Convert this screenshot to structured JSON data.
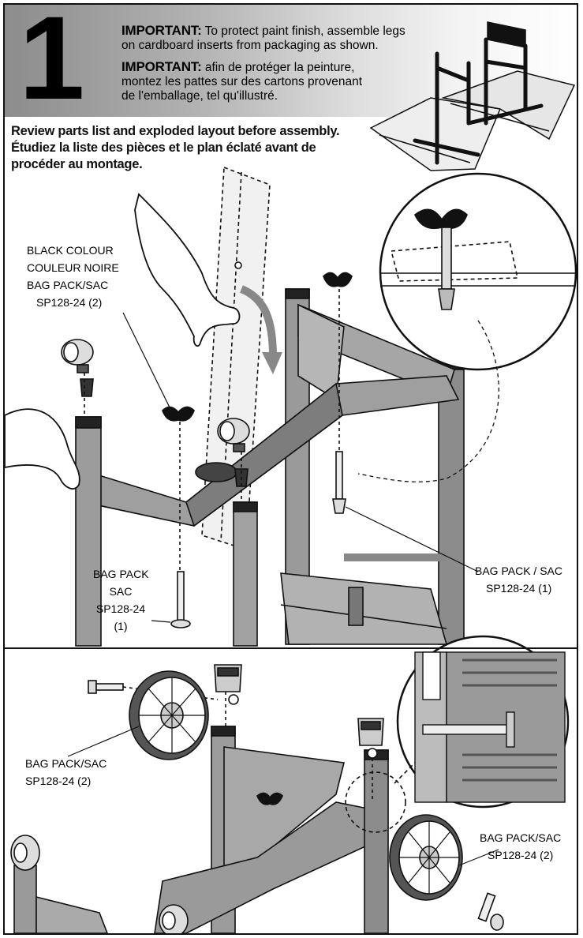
{
  "step": {
    "number": "1"
  },
  "header": {
    "important_en_label": "IMPORTANT:",
    "important_en_line1": "To protect paint finish, assemble legs",
    "important_en_line2": "on cardboard inserts from packaging as shown.",
    "important_fr_label": "IMPORTANT:",
    "important_fr_line1": "afin de protéger la peinture,",
    "important_fr_line2": "montez les pattes sur des cartons provenant",
    "important_fr_line3": "de l'emballage, tel qu'illustré."
  },
  "instructions": {
    "line1": "Review parts list and exploded layout before assembly.",
    "line2": "Étudiez la liste des pièces et le plan éclaté avant de",
    "line3": "procéder au montage."
  },
  "top_labels": {
    "black_colour": "BLACK COLOUR",
    "couleur_noire": "COULEUR NOIRE",
    "bag_pack_sac": "BAG PACK/SAC",
    "part_wingnut": "SP128-24 (2)",
    "bottom_bag": "BAG PACK",
    "bottom_sac": "SAC",
    "bottom_part": "SP128-24",
    "bottom_qty": "(1)",
    "right_bag": "BAG PACK / SAC",
    "right_part": "SP128-24 (1)"
  },
  "bottom_labels": {
    "left_bag": "BAG PACK/SAC",
    "left_part": "SP128-24 (2)",
    "right_bag": "BAG PACK/SAC",
    "right_part": "SP128-24 (2)"
  },
  "colors": {
    "ink": "#111111",
    "frame_gray": "#8a8a8a",
    "light_gray": "#c8c8c8"
  }
}
